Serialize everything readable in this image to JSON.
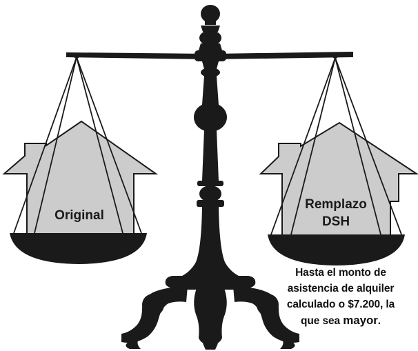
{
  "left_pan": {
    "label": "Original"
  },
  "right_pan": {
    "label_line1": "Remplazo",
    "label_line2": "DSH"
  },
  "note": {
    "line1": "Hasta el monto de",
    "line2": "asistencia de alquiler",
    "line3": "calculado o $7.200, la",
    "line4_prefix": "que sea ",
    "line4_emphasis": "mayor",
    "line4_suffix": "."
  },
  "colors": {
    "house_fill": "#cccccc",
    "outline": "#1a1a1a",
    "scale": "#1a1a1a",
    "background": "#ffffff"
  }
}
